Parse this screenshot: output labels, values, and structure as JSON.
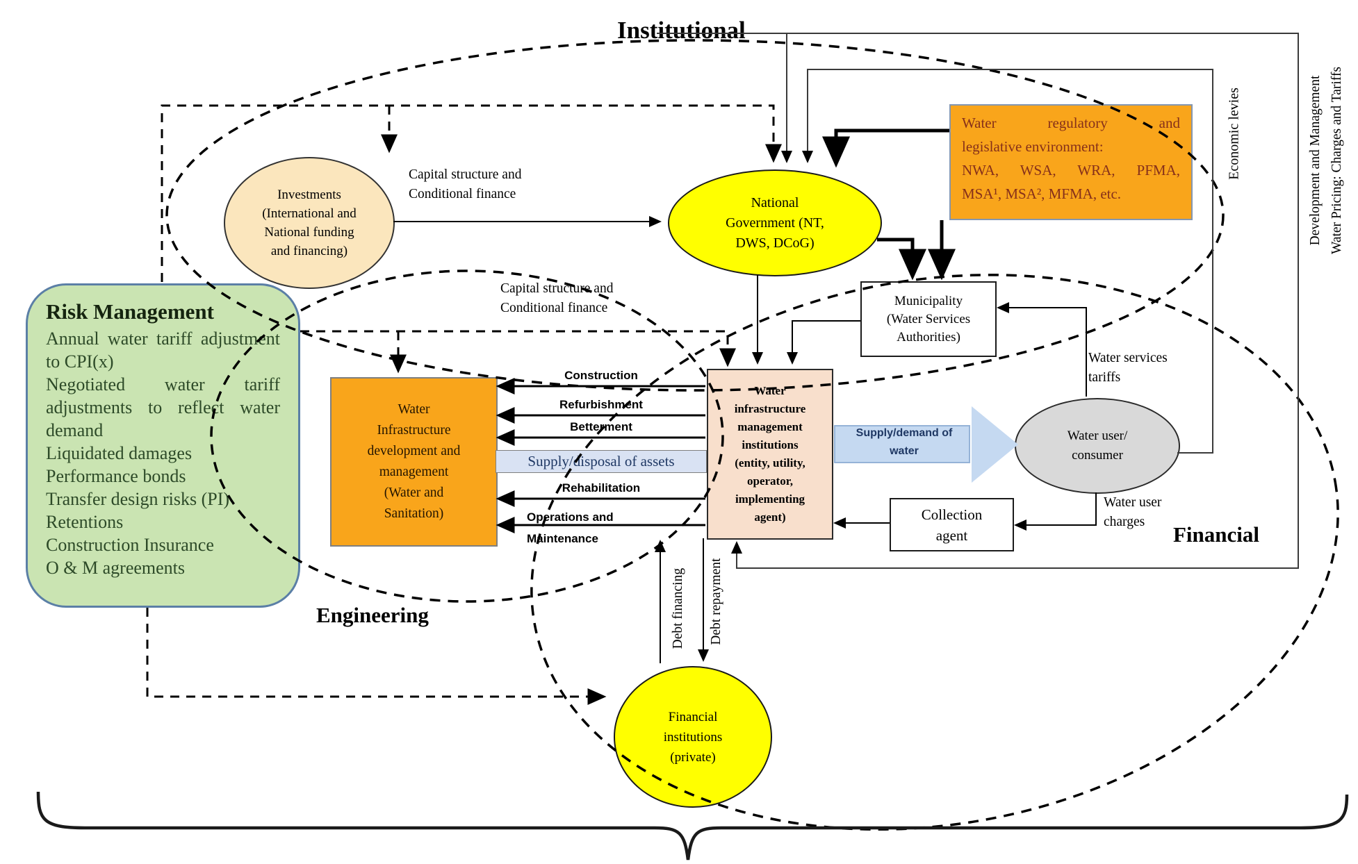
{
  "regions": {
    "institutional": "Institutional",
    "engineering": "Engineering",
    "financial": "Financial"
  },
  "risk_management": {
    "title": "Risk Management",
    "items": [
      "Annual water tariff adjustment to CPI(x)",
      "Negotiated water tariff adjustments to reflect water demand",
      "Liquidated damages",
      "Performance bonds",
      "Transfer design risks (PI)",
      "Retentions",
      "Construction Insurance",
      "O & M agreements"
    ]
  },
  "nodes": {
    "investments": {
      "lines": [
        "Investments",
        "(International and",
        "National  funding",
        "and financing)"
      ]
    },
    "national_government": {
      "lines": [
        "National",
        "Government (NT,",
        "DWS, DCoG)"
      ]
    },
    "regulatory": {
      "lines": [
        "Water regulatory and",
        "legislative environment:",
        "NWA,  WSA,  WRA,  PFMA,",
        "MSA¹, MSA², MFMA, etc."
      ]
    },
    "municipality": {
      "lines": [
        "Municipality",
        "(Water Services",
        "Authorities)"
      ]
    },
    "wim_institutions": {
      "lines": [
        "Water",
        "infrastructure",
        "management",
        "institutions",
        "(entity, utility,",
        "operator,",
        "implementing",
        "agent)"
      ]
    },
    "wid_management": {
      "lines": [
        "Water",
        "Infrastructure",
        "development and",
        "management",
        "(Water and",
        "Sanitation)"
      ]
    },
    "water_user": {
      "lines": [
        "Water user/",
        "consumer"
      ]
    },
    "collection_agent": {
      "lines": [
        "Collection",
        "agent"
      ]
    },
    "financial_institutions": {
      "lines": [
        "Financial",
        "institutions",
        "(private)"
      ]
    }
  },
  "flows": {
    "capital_structure_top": {
      "lines": [
        "Capital structure and",
        "Conditional finance"
      ]
    },
    "capital_structure_mid": {
      "lines": [
        "Capital structure and",
        "Conditional finance"
      ]
    },
    "construction": "Construction",
    "refurbishment": "Refurbishment",
    "betterment": "Betterment",
    "supply_disposal": "Supply/disposal of assets",
    "rehabilitation": "Rehabilitation",
    "operations": {
      "lines": [
        "Operations and",
        "Maintenance"
      ]
    },
    "supply_demand": {
      "lines": [
        "Supply/demand of",
        "water"
      ]
    },
    "water_services_tariffs": {
      "lines": [
        "Water services",
        "tariffs"
      ]
    },
    "water_user_charges": {
      "lines": [
        "Water user",
        "charges"
      ]
    },
    "debt_financing": "Debt financing",
    "debt_repayment": "Debt repayment",
    "economic_levies": "Economic levies",
    "pricing_loop": {
      "lines": [
        "Development and Management",
        "Water Pricing: Charges and Tariffs"
      ]
    }
  },
  "colors": {
    "yellow": "#ffff00",
    "cream": "#fbe6bd",
    "orange": "#f9a51b",
    "peach": "#f8dfcc",
    "gray": "#d9d9d9",
    "green": "#cae4b2",
    "green_border": "#5b7fa6",
    "blue_arrow": "#c5d9f1",
    "blue_box": "#d9e2f3",
    "regulatory_text": "#86301a"
  }
}
